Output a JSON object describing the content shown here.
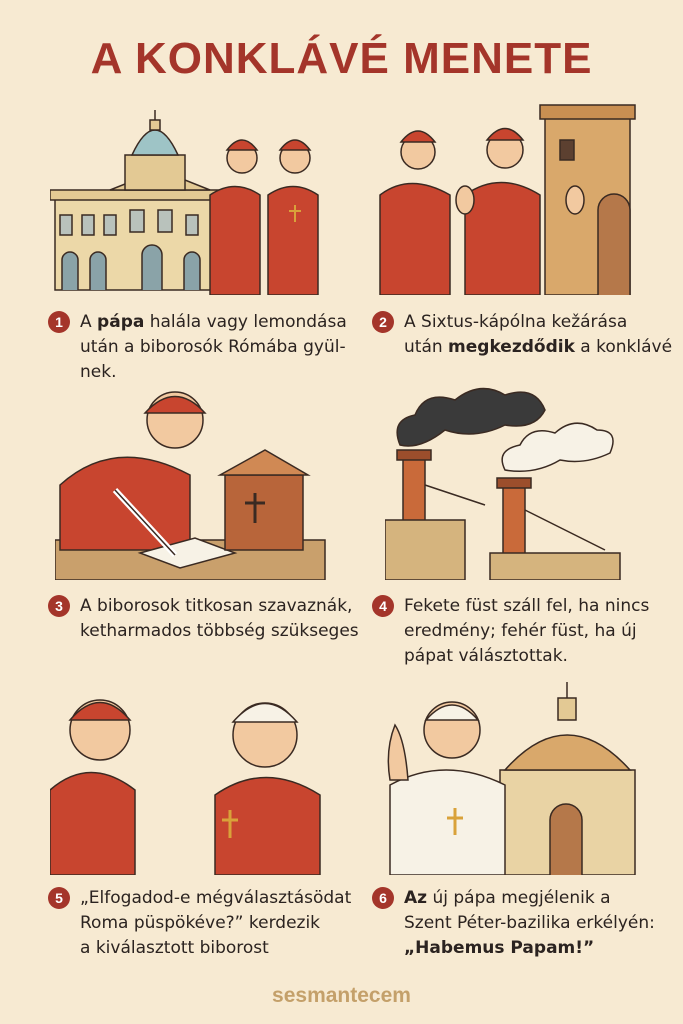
{
  "title": "A KONKLÁVÉ MENETE",
  "brand": "sesmantecem",
  "steps": [
    {
      "num": "1",
      "lines": [
        [
          {
            "t": "A "
          },
          {
            "t": "pápa",
            "b": true
          },
          {
            "t": " halála vagy lemondása"
          }
        ],
        [
          {
            "t": "után a biborosók Rómába gyül-"
          }
        ],
        [
          {
            "t": "nek."
          }
        ]
      ]
    },
    {
      "num": "2",
      "lines": [
        [
          {
            "t": "A Sixtus-kápólna kežárása"
          }
        ],
        [
          {
            "t": "után "
          },
          {
            "t": "megkezdődik",
            "b": true
          },
          {
            "t": " a konklávé"
          }
        ]
      ]
    },
    {
      "num": "3",
      "lines": [
        [
          {
            "t": "A biborosok titkosan szavaznák,"
          }
        ],
        [
          {
            "t": "ketharmados többség szükseges"
          }
        ]
      ]
    },
    {
      "num": "4",
      "lines": [
        [
          {
            "t": "Fekete füst száll fel, ha nincs"
          }
        ],
        [
          {
            "t": "eredmény; fehér füst, ha új"
          }
        ],
        [
          {
            "t": "pápat válásztottak."
          }
        ]
      ]
    },
    {
      "num": "5",
      "lines": [
        [
          {
            "t": "„Elfogadod-e mégválasztásödat"
          }
        ],
        [
          {
            "t": "Roma püspökéve?” kerdezik"
          }
        ],
        [
          {
            "t": "a kiválasztott biborost"
          }
        ]
      ]
    },
    {
      "num": "6",
      "lines": [
        [
          {
            "t": "Az",
            "b": true
          },
          {
            "t": " új pápa megjélenik a"
          }
        ],
        [
          {
            "t": "Szent Péter-bazilika erkélyén:"
          }
        ],
        [
          {
            "t": "„Habemus Papam!”",
            "b": true
          }
        ]
      ]
    }
  ],
  "colors": {
    "background": "#f7ead2",
    "accent": "#a4352a",
    "robe": "#c8452f",
    "skin": "#f2c9a0",
    "stone": "#e9d3a4",
    "dome": "#9ec4c6",
    "smoke_dark": "#3a3a3a"
  }
}
